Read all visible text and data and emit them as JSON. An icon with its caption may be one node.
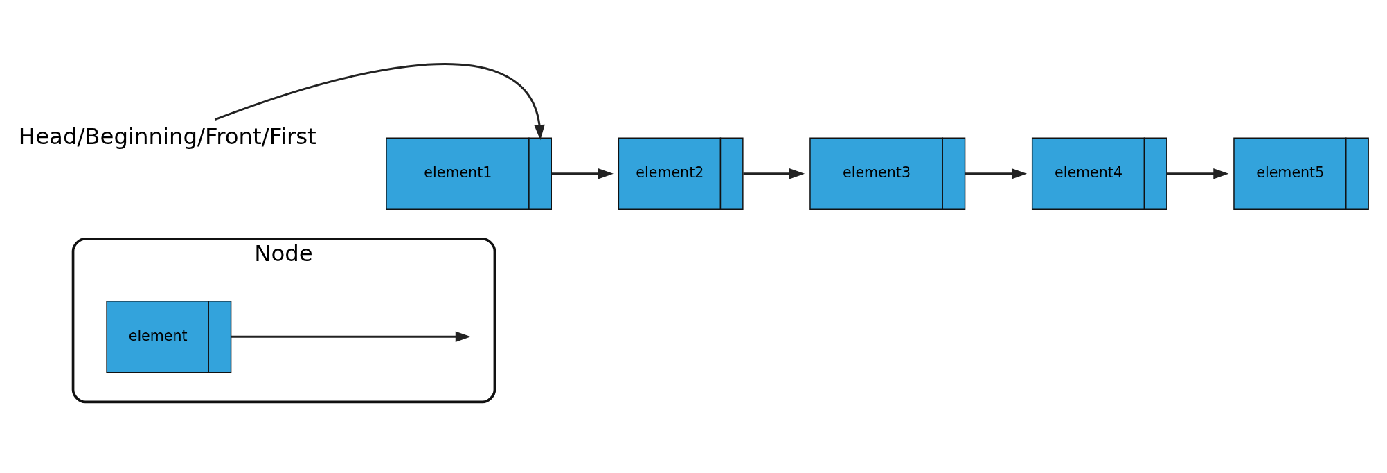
{
  "diagram": {
    "nodes": [
      {
        "text": [
          "Node"
        ]
      },
      {
        "text": [
          "element"
        ],
        "in": 0
      },
      {
        "text": [
          "Head/Beginning/Front/First"
        ]
      },
      {
        "text": [
          "element1"
        ]
      },
      {
        "text": [
          "element2"
        ]
      },
      {
        "text": [
          "element3"
        ]
      },
      {
        "text": [
          "element4"
        ]
      },
      {
        "text": [
          "element5"
        ]
      }
    ],
    "edges": [
      {
        "from": 1,
        "to": null,
        "arrow": "to"
      },
      {
        "from": 2,
        "to": 3,
        "arrow": "to"
      },
      {
        "from": 3,
        "to": 4,
        "arrow": "to"
      },
      {
        "from": 4,
        "to": 5,
        "arrow": "to"
      },
      {
        "from": 5,
        "to": 6,
        "arrow": "to"
      },
      {
        "from": 6,
        "to": 7,
        "arrow": "to"
      }
    ]
  }
}
